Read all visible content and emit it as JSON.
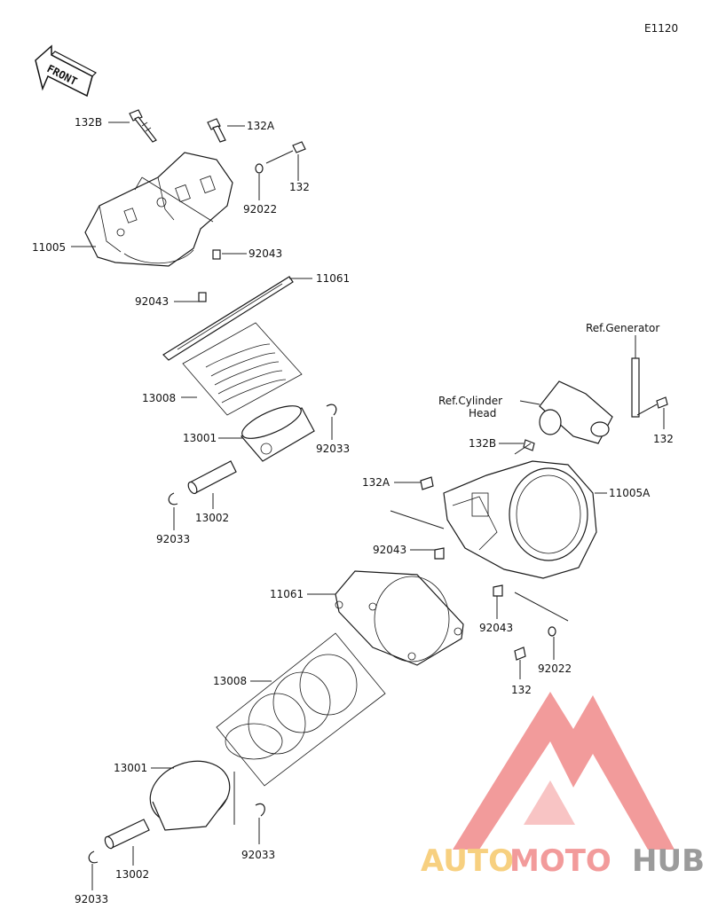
{
  "diagram_code": "E1120",
  "front_arrow_text": "FRONT",
  "labels": {
    "l_132B_top": "132B",
    "l_132A_top": "132A",
    "l_132_top": "132",
    "l_92022_top": "92022",
    "l_11005": "11005",
    "l_92043_a": "92043",
    "l_11061_top": "11061",
    "l_92043_b": "92043",
    "l_13008_top": "13008",
    "l_13001_top": "13001",
    "l_92033_top_r": "92033",
    "l_13002_top": "13002",
    "l_92033_top_l": "92033",
    "l_ref_generator": "Ref.Generator",
    "l_ref_cyl_head_1": "Ref.Cylinder",
    "l_ref_cyl_head_2": "Head",
    "l_132_right": "132",
    "l_132B_mid": "132B",
    "l_132A_mid": "132A",
    "l_11005A": "11005A",
    "l_92043_c": "92043",
    "l_11061_bot": "11061",
    "l_92043_d": "92043",
    "l_92022_bot": "92022",
    "l_132_bot": "132",
    "l_13008_bot": "13008",
    "l_13001_bot": "13001",
    "l_92033_bot_r": "92033",
    "l_13002_bot": "13002",
    "l_92033_bot_l": "92033"
  },
  "watermark": {
    "part1": "AUTO",
    "part2": "MOTO",
    "part3": "HUB",
    "color_auto": "#f6c86a",
    "color_moto": "#f08a8a",
    "color_hub": "#8a8a8a"
  }
}
